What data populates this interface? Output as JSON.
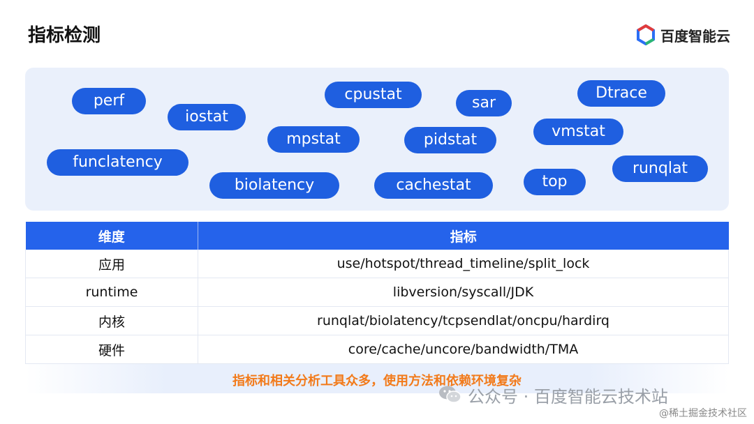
{
  "header": {
    "title": "指标检测",
    "brand": "百度智能云"
  },
  "tools": [
    {
      "label": "perf"
    },
    {
      "label": "iostat"
    },
    {
      "label": "cpustat"
    },
    {
      "label": "sar"
    },
    {
      "label": "Dtrace"
    },
    {
      "label": "mpstat"
    },
    {
      "label": "pidstat"
    },
    {
      "label": "vmstat"
    },
    {
      "label": "funclatency"
    },
    {
      "label": "runqlat"
    },
    {
      "label": "biolatency"
    },
    {
      "label": "cachestat"
    },
    {
      "label": "top"
    }
  ],
  "table": {
    "headers": [
      "维度",
      "指标"
    ],
    "rows": [
      [
        "应用",
        "use/hotspot/thread_timeline/split_lock"
      ],
      [
        "runtime",
        "libversion/syscall/JDK"
      ],
      [
        "内核",
        "runqlat/biolatency/tcpsendlat/oncpu/hardirq"
      ],
      [
        "硬件",
        "core/cache/uncore/bandwidth/TMA"
      ]
    ]
  },
  "note": "指标和相关分析工具众多，使用方法和依赖环境复杂",
  "watermark": "公众号 · 百度智能云技术站",
  "credit": "@稀土掘金技术社区",
  "colors": {
    "pill": "#1f5fe0",
    "table_header": "#2563eb",
    "note": "#f27a1a",
    "panel": "#eaf0fb"
  }
}
